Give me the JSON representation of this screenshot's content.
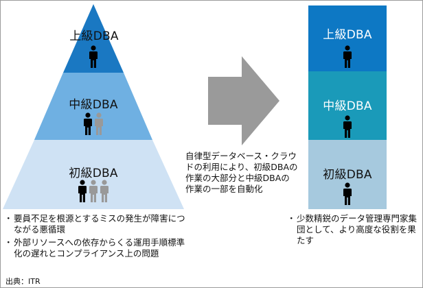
{
  "pyramid": {
    "tiers": [
      {
        "label": "上級DBA",
        "people": [
          {
            "color": "#000000"
          }
        ]
      },
      {
        "label": "中級DBA",
        "people": [
          {
            "color": "#000000"
          },
          {
            "color": "#999999"
          }
        ]
      },
      {
        "label": "初級DBA",
        "people": [
          {
            "color": "#000000"
          },
          {
            "color": "#999999"
          },
          {
            "color": "#999999"
          }
        ]
      }
    ],
    "colors": {
      "top": "#1a78c2",
      "middle": "#6fb0e2",
      "bottom": "#cfe2f4"
    },
    "notes": [
      "要員不足を根源とするミスの発生が障害につながる悪循環",
      "外部リソースへの依存からくる運用手順標準化の遅れとコンプライアンス上の問題"
    ]
  },
  "arrow": {
    "color": "#9a9a9a",
    "caption": [
      "自律型データベース・クラウ",
      "ドの利用により、初級DBAの",
      "作業の大部分と中級DBAの",
      "作業の一部を自動化"
    ]
  },
  "stack": {
    "tiers": [
      {
        "label": "上級DBA",
        "color": "#0d78c4",
        "people": [
          {
            "color": "#000000"
          }
        ]
      },
      {
        "label": "中級DBA",
        "color": "#1a9ab9",
        "people": [
          {
            "color": "#000000"
          }
        ]
      },
      {
        "label": "初級DBA",
        "color": "#a6c9de",
        "people": [
          {
            "color": "#000000"
          }
        ]
      }
    ],
    "notes": [
      "少数精鋭のデータ管理専門家集団として、より高度な役割を果たす"
    ]
  },
  "source": "出典：ITR"
}
